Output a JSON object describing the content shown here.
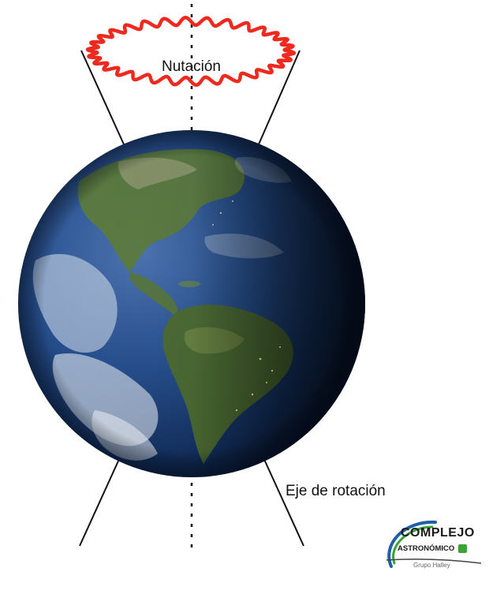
{
  "labels": {
    "nutation": "Nutación",
    "rotation_axis": "Eje de rotación"
  },
  "logo": {
    "title": "COMPLEJO",
    "subtitle": "ASTRONÓMICO",
    "group": "Grupo Halley"
  },
  "colors": {
    "nutation_ring": "#ee2a1f",
    "cone_lines": "#111111",
    "axis": "#111111",
    "ocean": "#1f3f7c",
    "land": "#6f8a3a",
    "logo_green": "#3aa335",
    "logo_blue": "#1f5fa8"
  },
  "icons": {
    "earth": "earth-globe-icon",
    "logo": "observatory-logo-icon"
  }
}
